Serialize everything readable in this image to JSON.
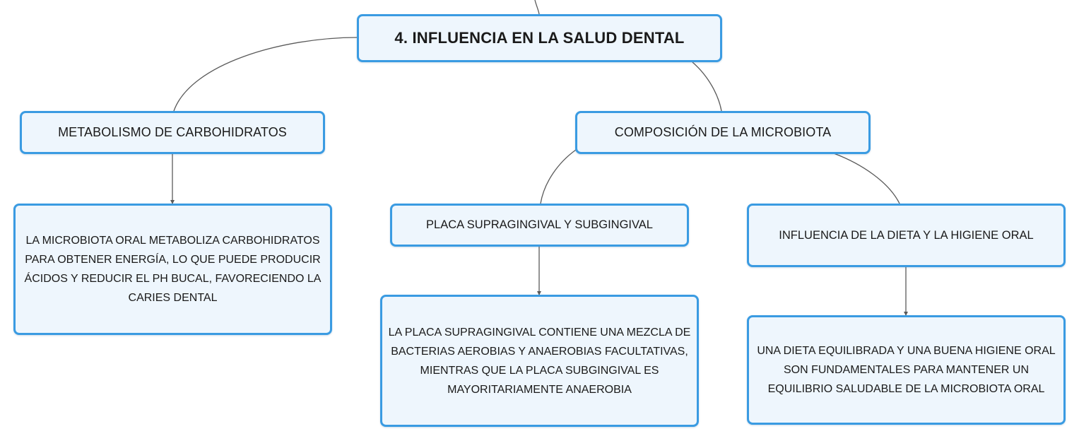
{
  "root": {
    "title": "4. INFLUENCIA EN LA SALUD DENTAL"
  },
  "branches": [
    {
      "label": "METABOLISMO DE CARBOHIDRATOS",
      "detail": "LA MICROBIOTA ORAL METABOLIZA CARBOHIDRATOS PARA OBTENER ENERGÍA, LO QUE PUEDE PRODUCIR ÁCIDOS Y REDUCIR EL PH BUCAL, FAVORECIENDO LA CARIES DENTAL"
    },
    {
      "label": "COMPOSICIÓN DE LA MICROBIOTA",
      "children": [
        {
          "label": "PLACA SUPRAGINGIVAL Y SUBGINGIVAL",
          "detail": "LA PLACA SUPRAGINGIVAL CONTIENE UNA MEZCLA DE BACTERIAS AEROBIAS Y ANAEROBIAS FACULTATIVAS, MIENTRAS QUE LA PLACA SUBGINGIVAL ES MAYORITARIAMENTE ANAEROBIA"
        },
        {
          "label": "INFLUENCIA DE LA DIETA Y LA HIGIENE ORAL",
          "detail": "UNA DIETA EQUILIBRADA Y UNA BUENA HIGIENE ORAL SON FUNDAMENTALES PARA MANTENER UN EQUILIBRIO SALUDABLE DE LA MICROBIOTA ORAL"
        }
      ]
    }
  ],
  "colors": {
    "node_border": "#3a9be2",
    "node_fill": "#eef6fd",
    "connector": "#5a5a5a"
  }
}
